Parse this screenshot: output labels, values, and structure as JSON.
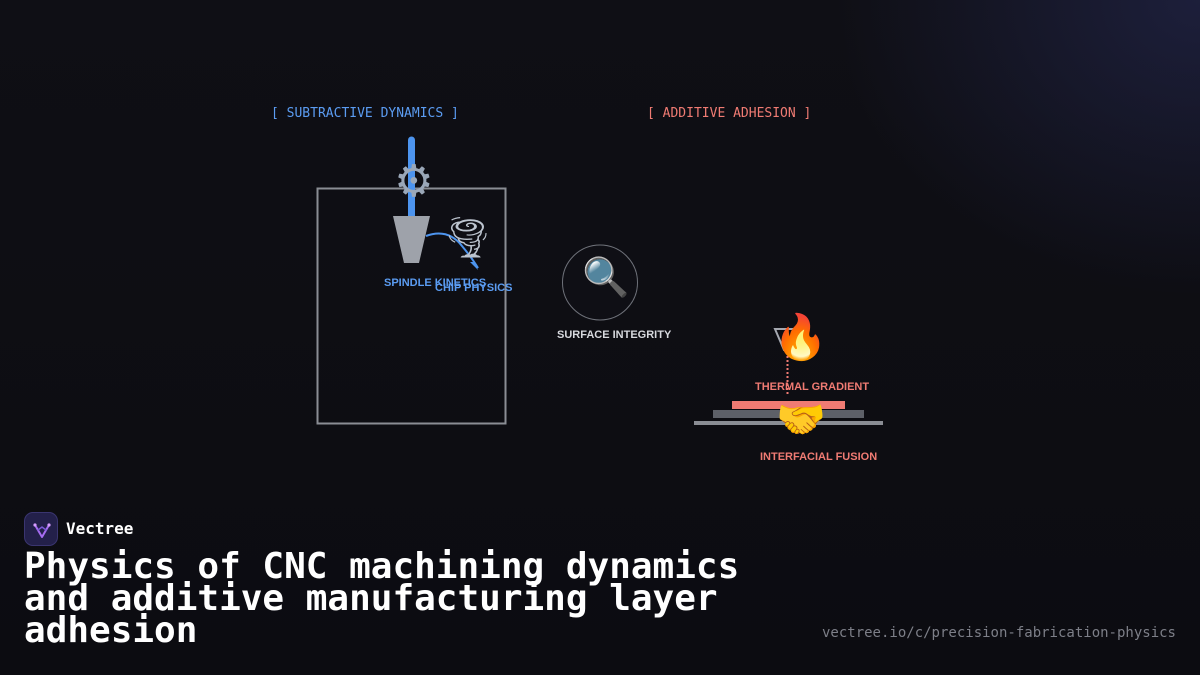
{
  "diagram": {
    "sections": {
      "subtractive": {
        "label": "[ SUBTRACTIVE DYNAMICS ]",
        "color": "#5b9cf2"
      },
      "additive": {
        "label": "[ ADDITIVE ADHESION ]",
        "color": "#f07b73"
      }
    },
    "nodes": {
      "spindle": {
        "label": "SPINDLE KINETICS",
        "icon": "gear-icon"
      },
      "chip": {
        "label": "CHIP PHYSICS",
        "icon": "tornado-icon"
      },
      "surface": {
        "label": "SURFACE INTEGRITY",
        "icon": "magnifier-icon"
      },
      "thermal": {
        "label": "THERMAL GRADIENT",
        "icon": "flame-icon"
      },
      "fusion": {
        "label": "INTERFACIAL FUSION",
        "icon": "handshake-icon"
      }
    }
  },
  "footer": {
    "brand_name": "Vectree",
    "title": "Physics of CNC machining dynamics and additive manufacturing layer adhesion",
    "url": "vectree.io/c/precision-fabrication-physics"
  },
  "colors": {
    "background": "#0d0d12",
    "subtractive_accent": "#5b9cf2",
    "additive_accent": "#f07b73",
    "neutral": "#a5a8b0"
  }
}
